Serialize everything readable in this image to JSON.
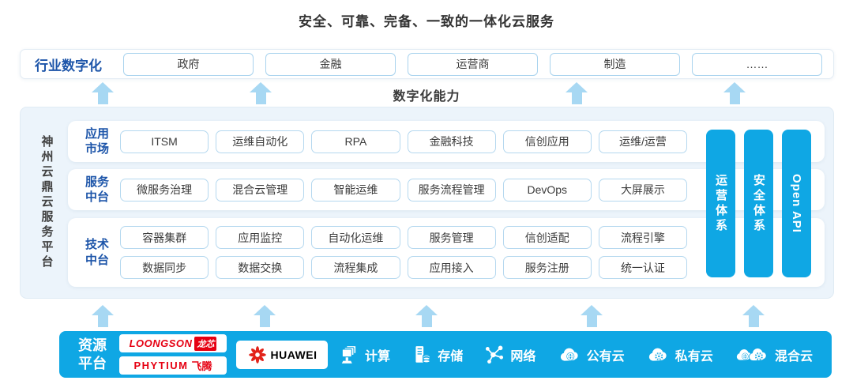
{
  "title": "安全、可靠、完备、一致的一体化云服务",
  "industry_row": {
    "label": "行业数字化",
    "items": [
      "政府",
      "金融",
      "运营商",
      "制造",
      "……"
    ]
  },
  "digital_capability_label": "数字化能力",
  "platform": {
    "name": "神州云鼎云服务平台",
    "rows": [
      {
        "label_line1": "应用",
        "label_line2": "市场",
        "lines": [
          [
            "ITSM",
            "运维自动化",
            "RPA",
            "金融科技",
            "信创应用",
            "运维/运营"
          ]
        ]
      },
      {
        "label_line1": "服务",
        "label_line2": "中台",
        "lines": [
          [
            "微服务治理",
            "混合云管理",
            "智能运维",
            "服务流程管理",
            "DevOps",
            "大屏展示"
          ]
        ]
      },
      {
        "label_line1": "技术",
        "label_line2": "中台",
        "lines": [
          [
            "容器集群",
            "应用监控",
            "自动化运维",
            "服务管理",
            "信创适配",
            "流程引擎"
          ],
          [
            "数据同步",
            "数据交换",
            "流程集成",
            "应用接入",
            "服务注册",
            "统一认证"
          ]
        ]
      }
    ],
    "side_bars": [
      "运营体系",
      "安全体系",
      "Open API"
    ]
  },
  "resource_platform": {
    "label_line1": "资源",
    "label_line2": "平台",
    "vendors": {
      "loongson": {
        "text": "LOONGSON",
        "badge": "龙芯"
      },
      "phytium": {
        "text": "PHYTIUM",
        "suffix": "飞腾"
      },
      "huawei": {
        "text": "HUAWEI"
      }
    },
    "resources": [
      {
        "icon": "compute-icon",
        "label": "计算"
      },
      {
        "icon": "storage-icon",
        "label": "存储"
      },
      {
        "icon": "network-icon",
        "label": "网络"
      },
      {
        "icon": "public-cloud-icon",
        "label": "公有云"
      },
      {
        "icon": "private-cloud-icon",
        "label": "私有云"
      },
      {
        "icon": "hybrid-cloud-icon",
        "label": "混合云"
      }
    ]
  },
  "colors": {
    "accent_blue": "#0fa7e4",
    "arrow_blue": "#a7d8f3",
    "label_blue": "#1d55a9",
    "panel_bg": "#ecf4fb",
    "logo_red": "#e60012",
    "huawei_red": "#e2231a",
    "text_dark": "#3b3b3b"
  }
}
